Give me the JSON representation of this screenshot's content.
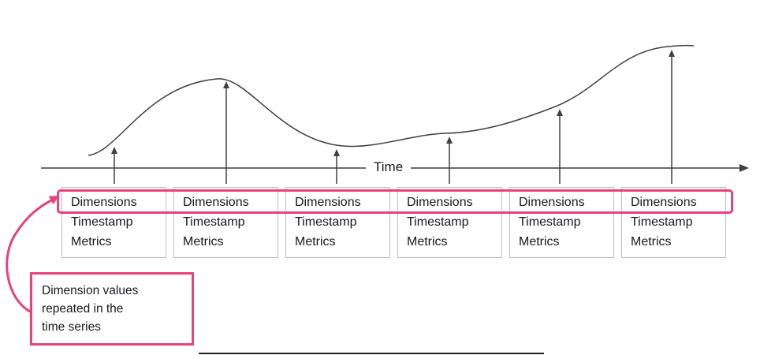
{
  "diagram": {
    "axis_label": "Time"
  },
  "records": [
    {
      "dimensions": "Dimensions",
      "timestamp": "Timestamp",
      "metrics": "Metrics"
    },
    {
      "dimensions": "Dimensions",
      "timestamp": "Timestamp",
      "metrics": "Metrics"
    },
    {
      "dimensions": "Dimensions",
      "timestamp": "Timestamp",
      "metrics": "Metrics"
    },
    {
      "dimensions": "Dimensions",
      "timestamp": "Timestamp",
      "metrics": "Metrics"
    },
    {
      "dimensions": "Dimensions",
      "timestamp": "Timestamp",
      "metrics": "Metrics"
    },
    {
      "dimensions": "Dimensions",
      "timestamp": "Timestamp",
      "metrics": "Metrics"
    }
  ],
  "callout": {
    "text": "Dimension values\nrepeated in the\ntime series"
  },
  "colors": {
    "accent_pink": "#e8417c",
    "stroke_dark": "#3f3f3f",
    "box_border": "#bdbdbd",
    "text_dark": "#18181b"
  }
}
